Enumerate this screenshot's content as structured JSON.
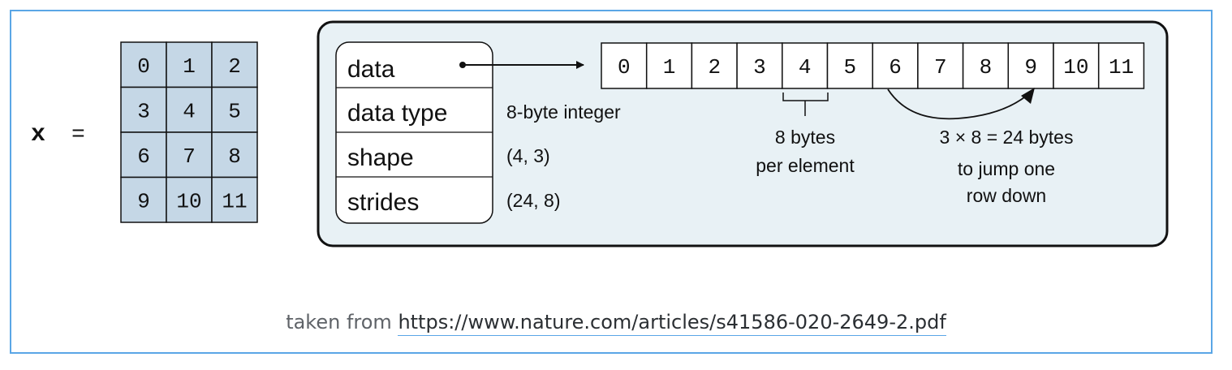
{
  "figure": {
    "array_label": "x",
    "equals_sign": "=",
    "matrix": [
      [
        "0",
        "1",
        "2"
      ],
      [
        "3",
        "4",
        "5"
      ],
      [
        "6",
        "7",
        "8"
      ],
      [
        "9",
        "10",
        "11"
      ]
    ],
    "fields": [
      {
        "name": "data",
        "value": ""
      },
      {
        "name": "data type",
        "value": "8-byte integer"
      },
      {
        "name": "shape",
        "value": "(4, 3)"
      },
      {
        "name": "strides",
        "value": "(24, 8)"
      }
    ],
    "memory": [
      "0",
      "1",
      "2",
      "3",
      "4",
      "5",
      "6",
      "7",
      "8",
      "9",
      "10",
      "11"
    ],
    "element_annotation": [
      "8 bytes",
      "per element"
    ],
    "row_annotation": [
      "3 × 8 = 24 bytes",
      "to jump one",
      "row down"
    ]
  },
  "caption": {
    "prefix": "taken from ",
    "link_text": "https://www.nature.com/articles/s41586-020-2649-2.pdf"
  },
  "colors": {
    "matrix_fill": "#c5d7e6",
    "panel_fill": "#e8f1f5",
    "frame_border": "#5aa6e6",
    "link_underline": "#5aa6e6"
  }
}
